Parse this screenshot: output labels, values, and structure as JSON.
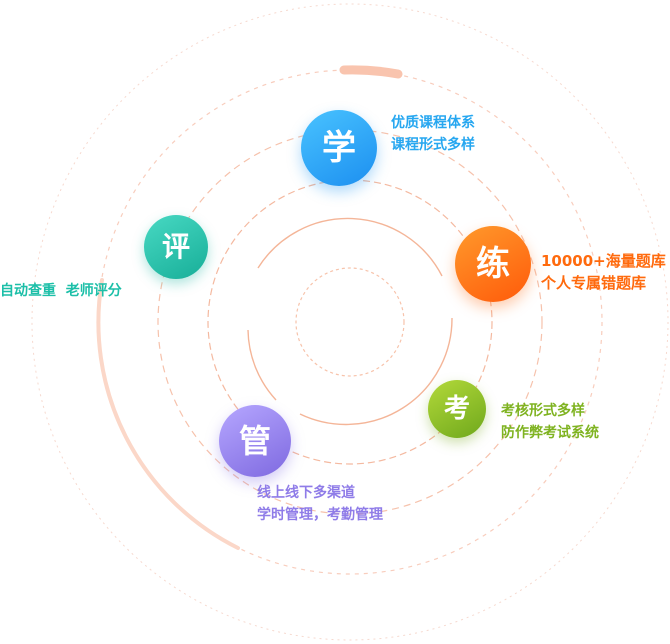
{
  "features": [
    {
      "key": "xue",
      "char": "学",
      "lines": [
        "优质课程体系",
        "课程形式多样"
      ],
      "color": "#27a7f0"
    },
    {
      "key": "lian",
      "char": "练",
      "lines": [
        "10000+海量题库",
        "个人专属错题库"
      ],
      "color": "#ff6a0d"
    },
    {
      "key": "kao",
      "char": "考",
      "lines": [
        "考核形式多样",
        "防作弊考试系统"
      ],
      "color": "#7fb321"
    },
    {
      "key": "guan",
      "char": "管",
      "lines": [
        "线上线下多渠道",
        "学时管理，考勤管理"
      ],
      "color": "#8f7ce8"
    },
    {
      "key": "ping",
      "char": "评",
      "lines": [
        "自动查重  老师评分"
      ],
      "color": "#1cbfa8"
    }
  ]
}
